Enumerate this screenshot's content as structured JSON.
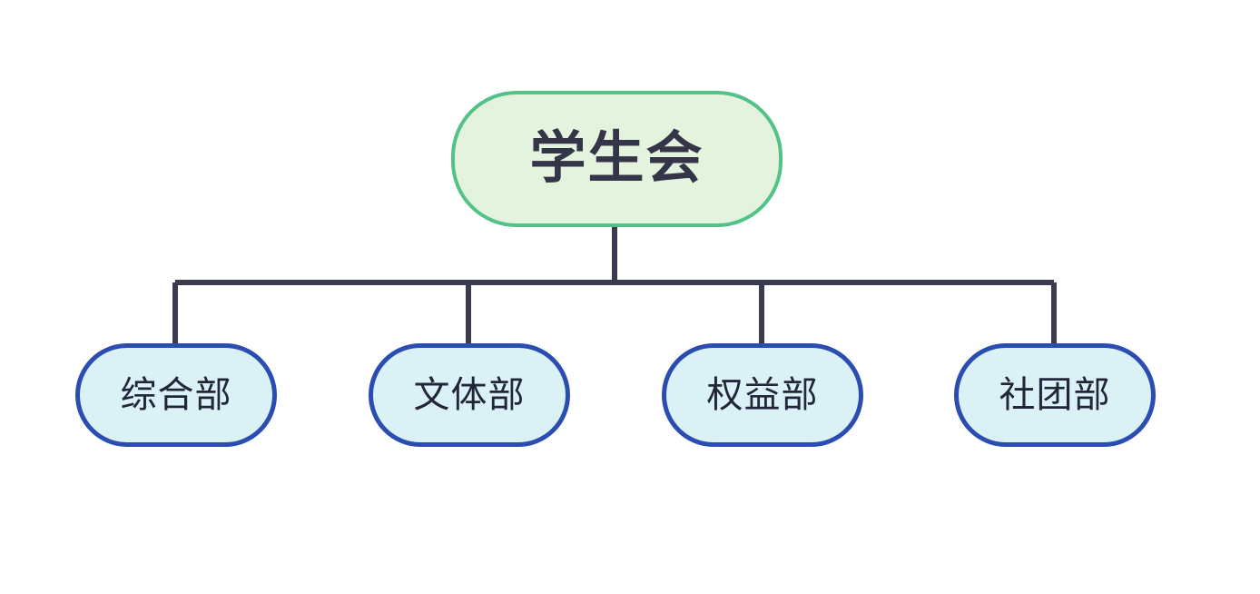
{
  "diagram": {
    "type": "organization-chart",
    "orientation": "top-down",
    "background_color": "#ffffff",
    "connector_color": "#3a3b4f",
    "root": {
      "label": "学生会",
      "fill_color": "#e3f3dd",
      "border_color": "#52c287",
      "text_color": "#343548"
    },
    "children": [
      {
        "label": "综合部",
        "fill_color": "#daf2f6",
        "border_color": "#2b4cb0",
        "text_color": "#22263a"
      },
      {
        "label": "文体部",
        "fill_color": "#daf2f6",
        "border_color": "#2b4cb0",
        "text_color": "#22263a"
      },
      {
        "label": "权益部",
        "fill_color": "#daf2f6",
        "border_color": "#2b4cb0",
        "text_color": "#22263a"
      },
      {
        "label": "社团部",
        "fill_color": "#daf2f6",
        "border_color": "#2b4cb0",
        "text_color": "#22263a"
      }
    ]
  }
}
